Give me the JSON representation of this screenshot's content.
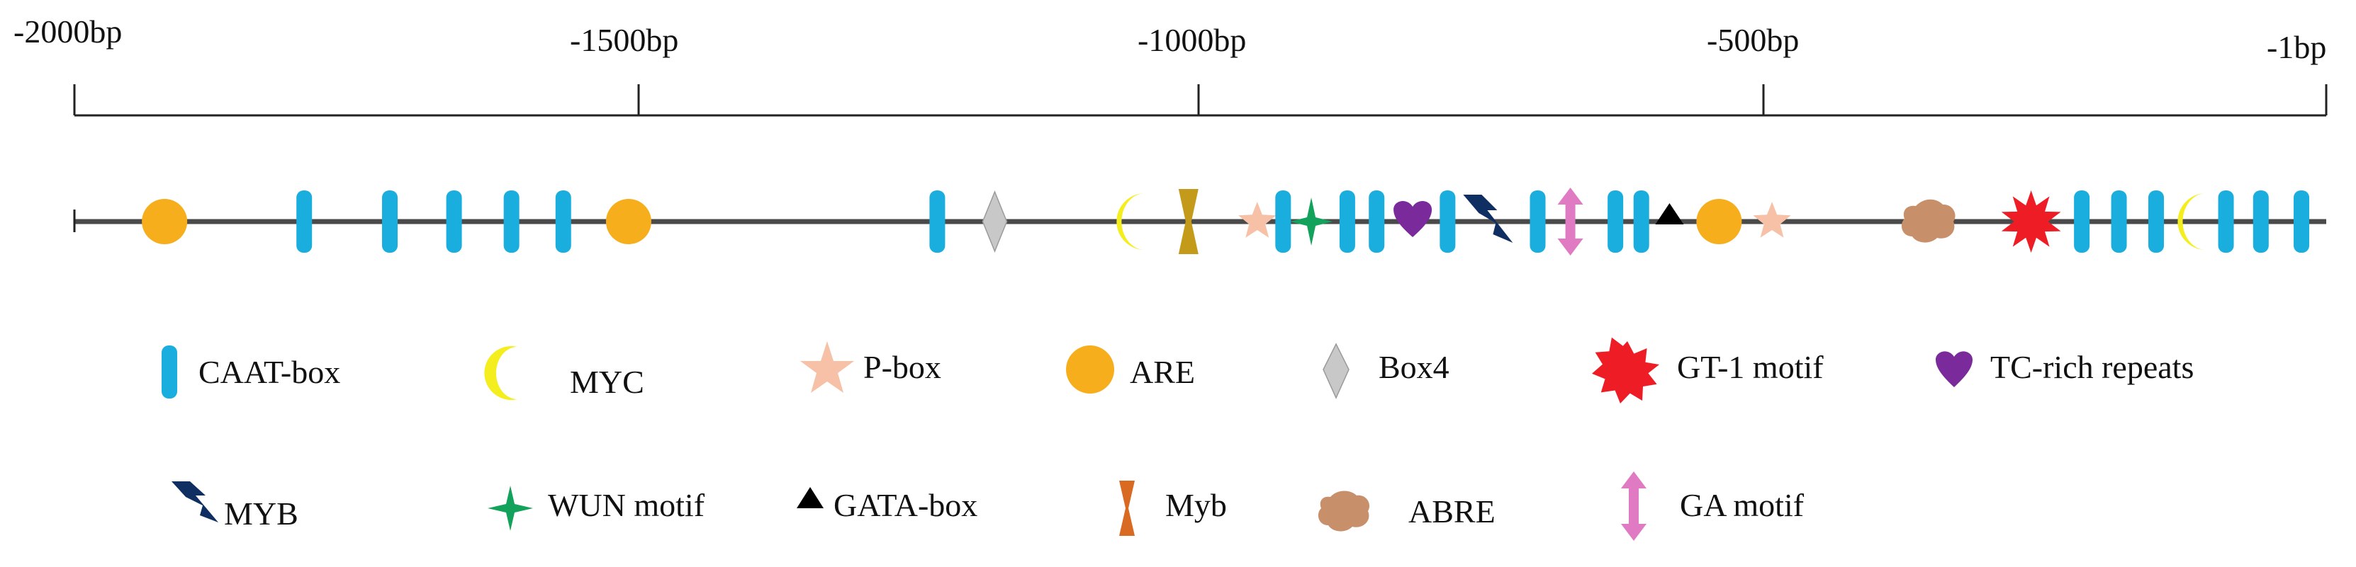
{
  "ruler": {
    "ticks": [
      "-2000bp",
      "-1500bp",
      "-1000bp",
      "-500bp",
      "-1bp"
    ]
  },
  "colors": {
    "caat": "#1AAEDE",
    "myc": "#F4EE1E",
    "pbox": "#F6C1A6",
    "are": "#F7AE1D",
    "box4": "#C8C8C8",
    "gt1": "#EE1C24",
    "tc": "#7B2A9C",
    "myb_upper": "#0F2F63",
    "wun": "#13A25B",
    "gata": "#000000",
    "myb_lower": "#D96A22",
    "myb_lower_gold": "#C49A1B",
    "abre": "#C8906A",
    "ga": "#E07AC2"
  },
  "motifs": [
    {
      "type": "ARE",
      "icon": "circle-icon",
      "position_bp": -1920
    },
    {
      "type": "CAAT-box",
      "icon": "bar-icon",
      "position_bp": -1796
    },
    {
      "type": "CAAT-box",
      "icon": "bar-icon",
      "position_bp": -1720
    },
    {
      "type": "CAAT-box",
      "icon": "bar-icon",
      "position_bp": -1663
    },
    {
      "type": "CAAT-box",
      "icon": "bar-icon",
      "position_bp": -1612
    },
    {
      "type": "CAAT-box",
      "icon": "bar-icon",
      "position_bp": -1566
    },
    {
      "type": "ARE",
      "icon": "circle-icon",
      "position_bp": -1508
    },
    {
      "type": "CAAT-box",
      "icon": "bar-icon",
      "position_bp": -1234
    },
    {
      "type": "Box4",
      "icon": "diamond-icon",
      "position_bp": -1183
    },
    {
      "type": "MYC",
      "icon": "crescent-icon",
      "position_bp": -1061
    },
    {
      "type": "Myb",
      "icon": "hourglass-icon",
      "position_bp": -1011
    },
    {
      "type": "P-box",
      "icon": "star-icon",
      "position_bp": -950
    },
    {
      "type": "CAAT-box",
      "icon": "bar-icon",
      "position_bp": -927
    },
    {
      "type": "WUN motif",
      "icon": "sparkle-icon",
      "position_bp": -902
    },
    {
      "type": "CAAT-box",
      "icon": "bar-icon",
      "position_bp": -870
    },
    {
      "type": "CAAT-box",
      "icon": "bar-icon",
      "position_bp": -844
    },
    {
      "type": "TC-rich repeats",
      "icon": "heart-icon",
      "position_bp": -812
    },
    {
      "type": "CAAT-box",
      "icon": "bar-icon",
      "position_bp": -781
    },
    {
      "type": "MYB",
      "icon": "lightning-icon",
      "position_bp": -747
    },
    {
      "type": "CAAT-box",
      "icon": "bar-icon",
      "position_bp": -701
    },
    {
      "type": "GA motif",
      "icon": "double-arrow-icon",
      "position_bp": -672
    },
    {
      "type": "CAAT-box",
      "icon": "bar-icon",
      "position_bp": -632
    },
    {
      "type": "CAAT-box",
      "icon": "bar-icon",
      "position_bp": -609
    },
    {
      "type": "GATA-box",
      "icon": "triangle-icon",
      "position_bp": -584
    },
    {
      "type": "ARE",
      "icon": "circle-icon",
      "position_bp": -540
    },
    {
      "type": "P-box",
      "icon": "star-icon",
      "position_bp": -493
    },
    {
      "type": "ABRE",
      "icon": "blob-icon",
      "position_bp": -354
    },
    {
      "type": "GT-1 motif",
      "icon": "burst-icon",
      "position_bp": -263
    },
    {
      "type": "CAAT-box",
      "icon": "bar-icon",
      "position_bp": -218
    },
    {
      "type": "CAAT-box",
      "icon": "bar-icon",
      "position_bp": -185
    },
    {
      "type": "CAAT-box",
      "icon": "bar-icon",
      "position_bp": -152
    },
    {
      "type": "MYC",
      "icon": "crescent-icon",
      "position_bp": -119
    },
    {
      "type": "CAAT-box",
      "icon": "bar-icon",
      "position_bp": -90
    },
    {
      "type": "CAAT-box",
      "icon": "bar-icon",
      "position_bp": -59
    },
    {
      "type": "CAAT-box",
      "icon": "bar-icon",
      "position_bp": -23
    }
  ],
  "legend": {
    "row1": [
      {
        "label": "CAAT-box",
        "icon": "bar-icon"
      },
      {
        "label": "MYC",
        "icon": "crescent-icon"
      },
      {
        "label": "P-box",
        "icon": "star-icon"
      },
      {
        "label": "ARE",
        "icon": "circle-icon"
      },
      {
        "label": "Box4",
        "icon": "diamond-icon"
      },
      {
        "label": "GT-1 motif",
        "icon": "burst-icon"
      },
      {
        "label": "TC-rich repeats",
        "icon": "heart-icon"
      }
    ],
    "row2": [
      {
        "label": "MYB",
        "icon": "lightning-icon"
      },
      {
        "label": "WUN motif",
        "icon": "sparkle-icon"
      },
      {
        "label": "GATA-box",
        "icon": "triangle-icon"
      },
      {
        "label": "Myb",
        "icon": "hourglass-icon"
      },
      {
        "label": "ABRE",
        "icon": "blob-icon"
      },
      {
        "label": "GA motif",
        "icon": "double-arrow-icon"
      }
    ]
  }
}
